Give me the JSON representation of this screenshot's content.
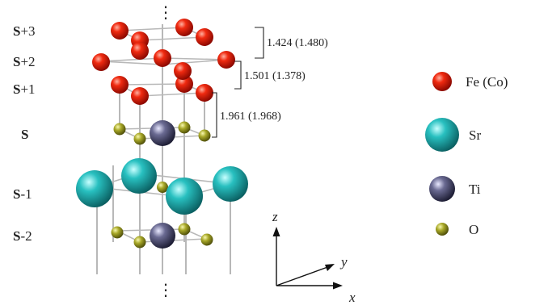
{
  "layers": [
    {
      "bold": "S",
      "rest": "+3"
    },
    {
      "bold": "S",
      "rest": "+2"
    },
    {
      "bold": "S",
      "rest": "+1"
    },
    {
      "bold": "S",
      "rest": ""
    },
    {
      "bold": "S",
      "rest": "-1"
    },
    {
      "bold": "S",
      "rest": "-2"
    }
  ],
  "distances": [
    "1.424 (1.480)",
    "1.501 (1.378)",
    "1.961 (1.968)"
  ],
  "legend": [
    {
      "label": "Fe (Co)",
      "color": "#e82010",
      "kind": "fe"
    },
    {
      "label": "Sr",
      "color": "#20b0b0",
      "kind": "sr"
    },
    {
      "label": "Ti",
      "color": "#5a5a82",
      "kind": "ti"
    },
    {
      "label": "O",
      "color": "#a0a020",
      "kind": "o"
    }
  ],
  "axes": {
    "z": "z",
    "y": "y",
    "x": "x"
  },
  "ellipsis": "⋮"
}
